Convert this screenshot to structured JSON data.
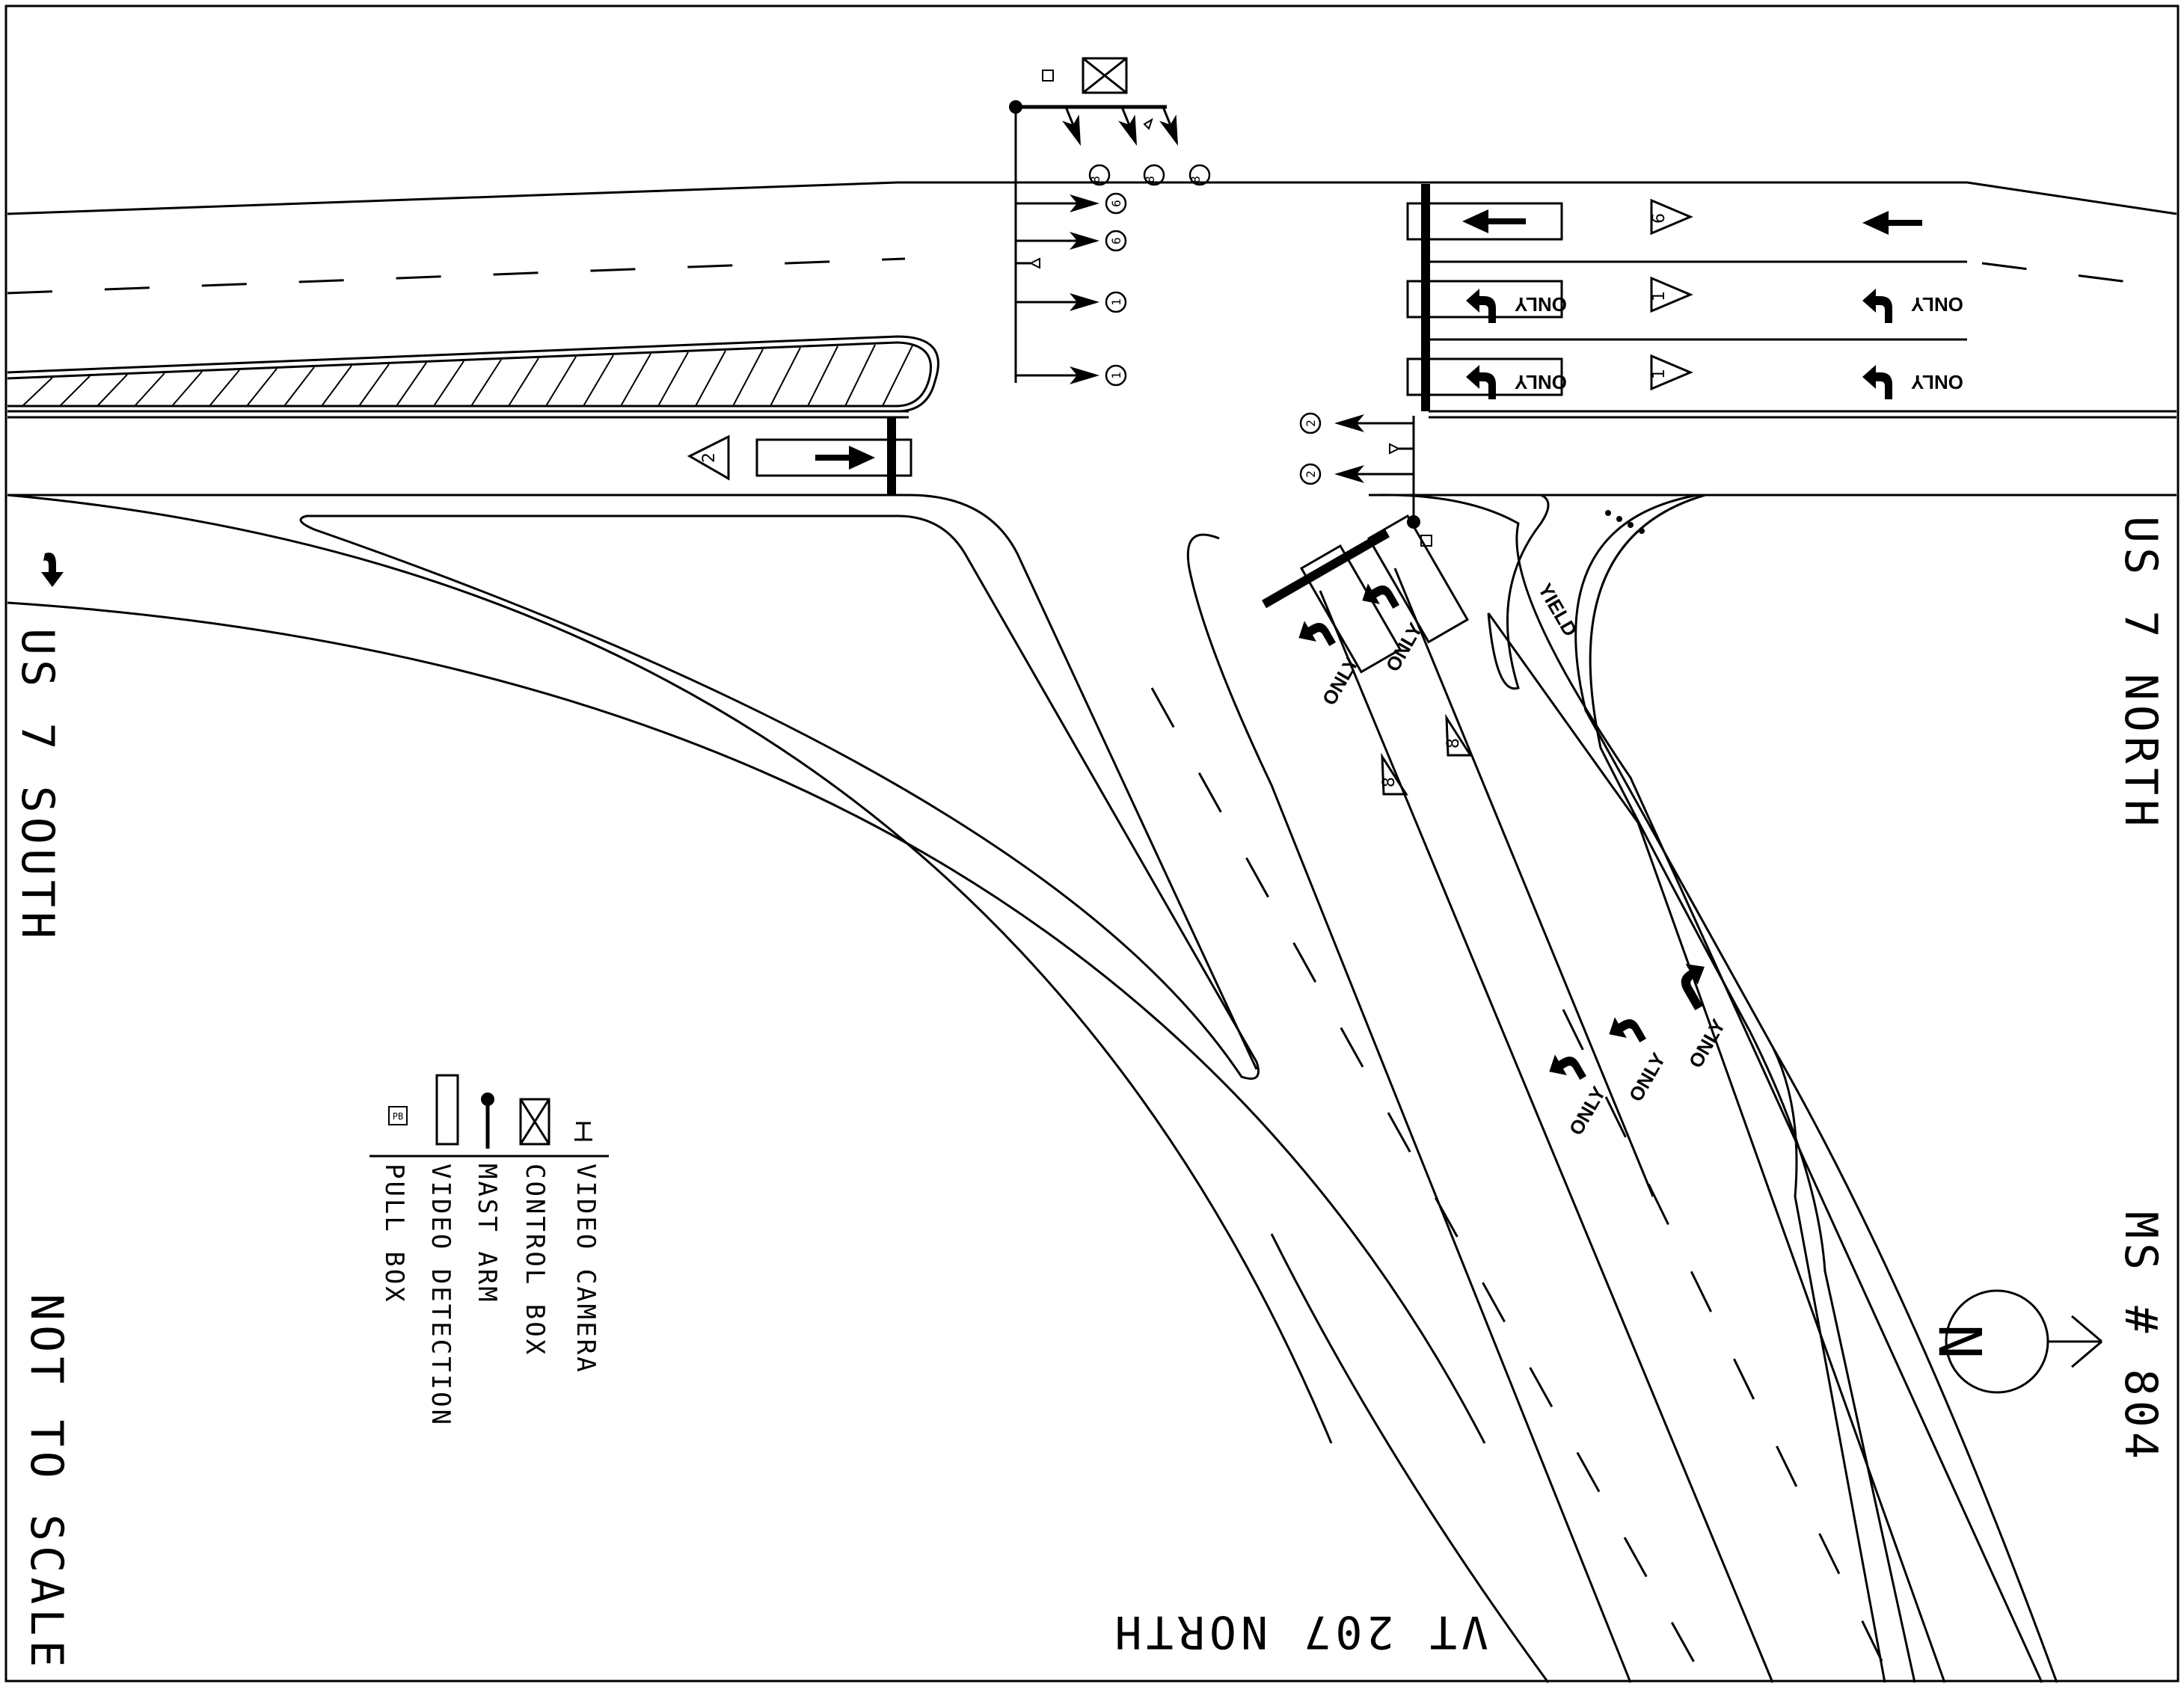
{
  "labels": {
    "us7_south": "US 7 SOUTH",
    "us7_north": "US 7 NORTH",
    "vt207_north": "VT 207 NORTH",
    "ms_number": "MS # 804",
    "not_to_scale": "NOT TO SCALE",
    "yield_marking": "YIELD",
    "only_marking": "ONLY",
    "north_symbol": "N",
    "pull_box_abbrev": "PB"
  },
  "legend": {
    "items": [
      {
        "symbol": "video-camera",
        "label": "VIDEO CAMERA"
      },
      {
        "symbol": "control-box",
        "label": "CONTROL BOX"
      },
      {
        "symbol": "mast-arm",
        "label": "MAST ARM"
      },
      {
        "symbol": "video-detection",
        "label": "VIDEO DETECTION"
      },
      {
        "symbol": "pull-box",
        "label": "PULL BOX"
      }
    ]
  },
  "phases": {
    "westbound_through": "6",
    "westbound_left_1": "1",
    "westbound_left_2": "1",
    "eastbound": "2",
    "northbound_left_1": "8",
    "northbound_left_2": "8",
    "signal_heads_north": [
      "8",
      "8",
      "8"
    ],
    "signal_heads_west": [
      "6",
      "6",
      "1",
      "1"
    ],
    "signal_heads_east": [
      "2",
      "2"
    ]
  }
}
